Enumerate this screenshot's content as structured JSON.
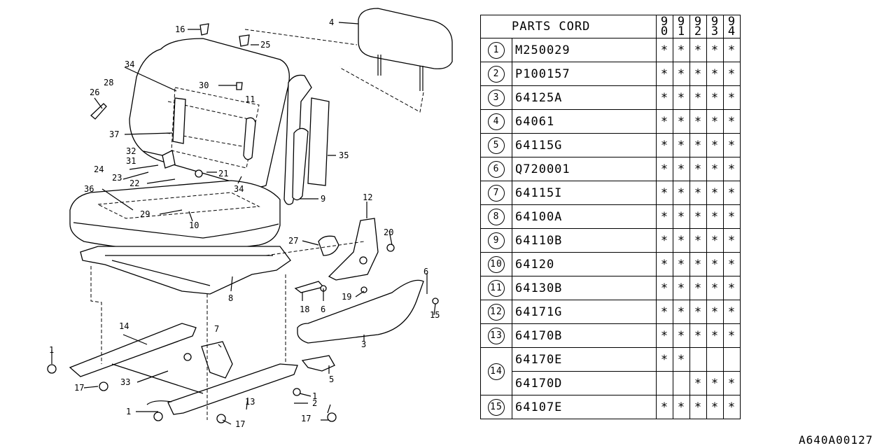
{
  "table": {
    "header": "PARTS CORD",
    "years": [
      "90",
      "91",
      "92",
      "93",
      "94"
    ],
    "rows": [
      {
        "no": "1",
        "code": "M250029",
        "marks": [
          "*",
          "*",
          "*",
          "*",
          "*"
        ]
      },
      {
        "no": "2",
        "code": "P100157",
        "marks": [
          "*",
          "*",
          "*",
          "*",
          "*"
        ]
      },
      {
        "no": "3",
        "code": "64125A",
        "marks": [
          "*",
          "*",
          "*",
          "*",
          "*"
        ]
      },
      {
        "no": "4",
        "code": "64061",
        "marks": [
          "*",
          "*",
          "*",
          "*",
          "*"
        ]
      },
      {
        "no": "5",
        "code": "64115G",
        "marks": [
          "*",
          "*",
          "*",
          "*",
          "*"
        ]
      },
      {
        "no": "6",
        "code": "Q720001",
        "marks": [
          "*",
          "*",
          "*",
          "*",
          "*"
        ]
      },
      {
        "no": "7",
        "code": "64115I",
        "marks": [
          "*",
          "*",
          "*",
          "*",
          "*"
        ]
      },
      {
        "no": "8",
        "code": "64100A",
        "marks": [
          "*",
          "*",
          "*",
          "*",
          "*"
        ]
      },
      {
        "no": "9",
        "code": "64110B",
        "marks": [
          "*",
          "*",
          "*",
          "*",
          "*"
        ]
      },
      {
        "no": "10",
        "code": "64120",
        "marks": [
          "*",
          "*",
          "*",
          "*",
          "*"
        ]
      },
      {
        "no": "11",
        "code": "64130B",
        "marks": [
          "*",
          "*",
          "*",
          "*",
          "*"
        ]
      },
      {
        "no": "12",
        "code": "64171G",
        "marks": [
          "*",
          "*",
          "*",
          "*",
          "*"
        ]
      },
      {
        "no": "13",
        "code": "64170B",
        "marks": [
          "*",
          "*",
          "*",
          "*",
          "*"
        ]
      },
      {
        "no": "14",
        "code": "64170E",
        "marks": [
          "*",
          "*",
          "",
          "",
          ""
        ]
      },
      {
        "no": "",
        "code": "64170D",
        "marks": [
          "",
          "",
          "*",
          "*",
          "*"
        ]
      },
      {
        "no": "15",
        "code": "64107E",
        "marks": [
          "*",
          "*",
          "*",
          "*",
          "*"
        ]
      }
    ]
  },
  "doc_id": "A640A00127",
  "callouts": {
    "c1a": "1",
    "c1b": "1",
    "c1c": "1",
    "c2": "2",
    "c3": "3",
    "c4": "4",
    "c5": "5",
    "c6a": "6",
    "c6b": "6",
    "c7": "7",
    "c8": "8",
    "c9": "9",
    "c10": "10",
    "c11": "11",
    "c12": "12",
    "c13": "13",
    "c14": "14",
    "c15": "15",
    "c16": "16",
    "c17a": "17",
    "c17b": "17",
    "c17c": "17",
    "c18": "18",
    "c19": "19",
    "c20": "20",
    "c21": "21",
    "c22": "22",
    "c23": "23",
    "c24": "24",
    "c25": "25",
    "c26": "26",
    "c27": "27",
    "c28": "28",
    "c29": "29",
    "c30": "30",
    "c31": "31",
    "c32": "32",
    "c33": "33",
    "c34a": "34",
    "c34b": "34",
    "c35": "35",
    "c36": "36",
    "c37": "37"
  }
}
